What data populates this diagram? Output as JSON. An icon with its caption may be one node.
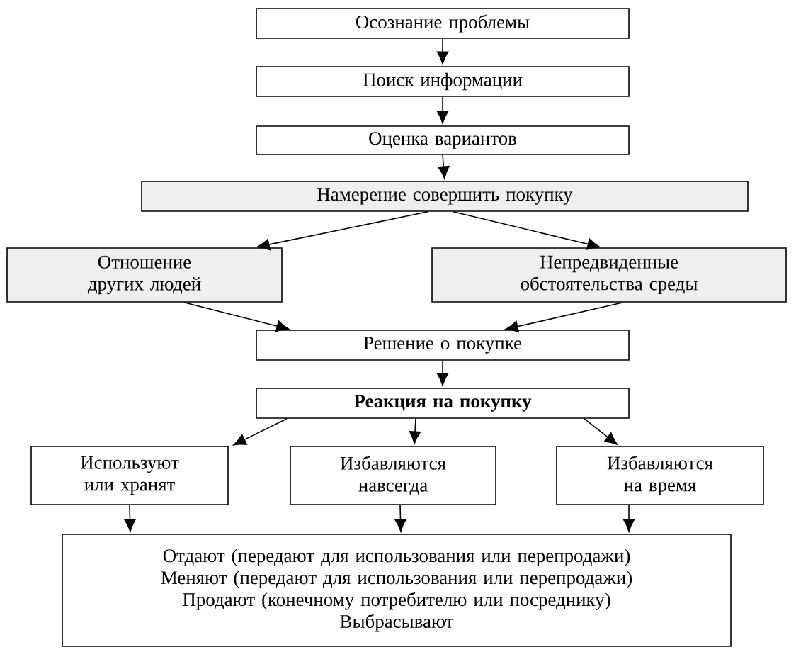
{
  "diagram": {
    "nodes": [
      {
        "text": [
          "Осознание проблемы"
        ]
      },
      {
        "text": [
          "Поиск информации"
        ]
      },
      {
        "text": [
          "Оценка вариантов"
        ]
      },
      {
        "text": [
          "Намерение совершить покупку"
        ]
      },
      {
        "text": [
          "Отношение других людей"
        ]
      },
      {
        "text": [
          "Непредвиденные обстоятельства среды"
        ]
      },
      {
        "text": [
          "Решение о покупке"
        ]
      },
      {
        "text": [
          "Реакция на покупку"
        ]
      },
      {
        "text": [
          "Используют или хранят"
        ]
      },
      {
        "text": [
          "Избавляются навсегда"
        ]
      },
      {
        "text": [
          "Избавляются на время"
        ]
      },
      {
        "text": [
          "Отдают (передают для использования или перепродажи)",
          "Меняют (передают для использования или перепродажи)",
          "Продают (конечному потребителю или посреднику)",
          "Выбрасывают"
        ]
      }
    ],
    "edges": [
      {
        "from": 0,
        "to": 1,
        "arrow": "to"
      },
      {
        "from": 1,
        "to": 2,
        "arrow": "to"
      },
      {
        "from": 2,
        "to": 3,
        "arrow": "to"
      },
      {
        "from": 3,
        "to": 4,
        "arrow": "to"
      },
      {
        "from": 3,
        "to": 5,
        "arrow": "to"
      },
      {
        "from": 4,
        "to": 6,
        "arrow": "to"
      },
      {
        "from": 5,
        "to": 6,
        "arrow": "to"
      },
      {
        "from": 6,
        "to": 7,
        "arrow": "to"
      },
      {
        "from": 7,
        "to": 8,
        "arrow": "to"
      },
      {
        "from": 7,
        "to": 9,
        "arrow": "to"
      },
      {
        "from": 7,
        "to": 10,
        "arrow": "to"
      },
      {
        "from": 8,
        "to": 11,
        "arrow": "to"
      },
      {
        "from": 9,
        "to": 11,
        "arrow": "to"
      },
      {
        "from": 10,
        "to": 11,
        "arrow": "to"
      }
    ]
  }
}
